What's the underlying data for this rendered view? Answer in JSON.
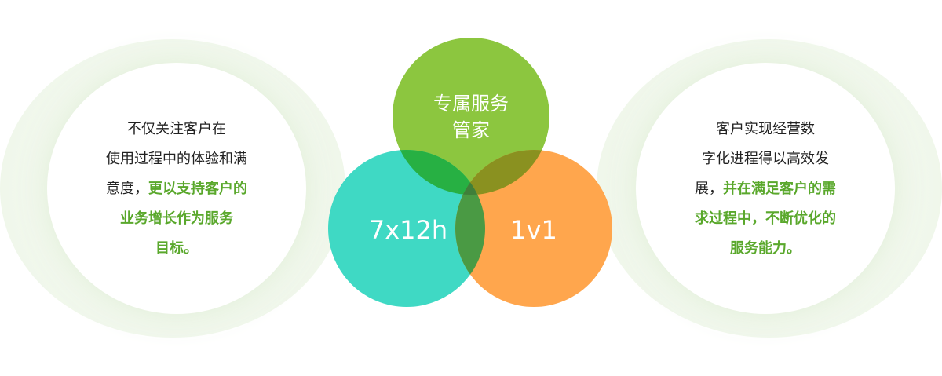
{
  "left_text": {
    "line1": "不仅关注客户在",
    "line2": "使用过程中的体验和满",
    "line3_plain": "意度，",
    "line3_highlight": "更以支持客户的",
    "line4_highlight": "业务增长作为服务",
    "line5_highlight": "目标。"
  },
  "right_text": {
    "line1": "客户实现经营数",
    "line2": "字化进程得以高效发",
    "line3_plain": "展，",
    "line3_highlight": "并在满足客户的需",
    "line4_highlight": "求过程中，不断优化的",
    "line5_highlight": "服务能力。"
  },
  "venn": {
    "top_label_line1": "专属服务",
    "top_label_line2": "管家",
    "left_label": "7x12h",
    "right_label": "1v1"
  },
  "colors": {
    "top_circle": "#8cc63f",
    "left_circle": "#3fd9c4",
    "right_circle": "#ffa64d",
    "highlight_text": "#5aa82c",
    "body_text": "#222222"
  }
}
